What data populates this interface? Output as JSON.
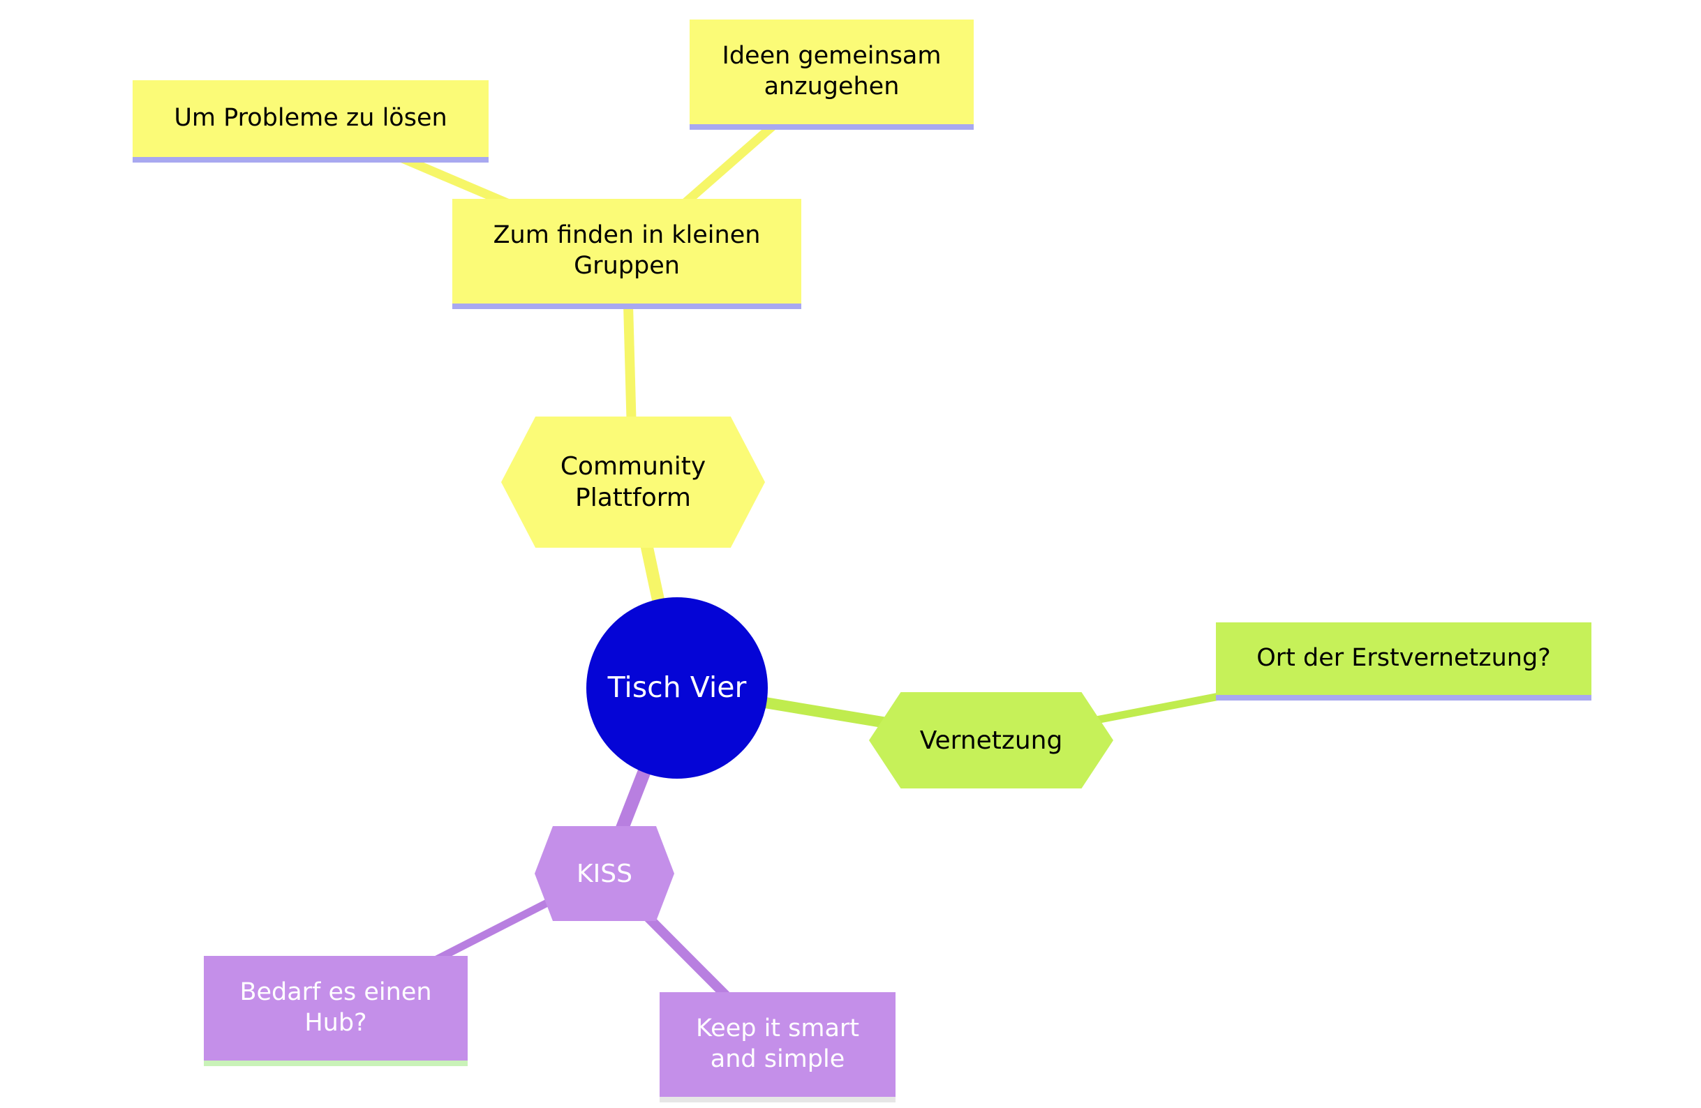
{
  "diagram": {
    "type": "mindmap",
    "colors": {
      "root_fill": "#0505d6",
      "root_text": "#ffffff",
      "yellow_branch": "#fbfb77",
      "green_branch": "#c6f159",
      "purple_branch": "#c48fe9",
      "purple_edge": "#b87fe0",
      "underline_lavender": "#a8a8f0",
      "underline_green": "#c9f2b8",
      "underline_light": "#e6e6e6"
    },
    "nodes": {
      "root": {
        "label": "Tisch Vier",
        "shape": "circle"
      },
      "community": {
        "label": "Community\nPlattform",
        "shape": "hexagon"
      },
      "zum_finden": {
        "label": "Zum finden in kleinen\nGruppen",
        "shape": "rect"
      },
      "um_probleme": {
        "label": "Um Probleme zu lösen",
        "shape": "rect"
      },
      "ideen": {
        "label": "Ideen gemeinsam\nanzugehen",
        "shape": "rect"
      },
      "vernetzung": {
        "label": "Vernetzung",
        "shape": "hexagon"
      },
      "ort": {
        "label": "Ort der Erstvernetzung?",
        "shape": "rect"
      },
      "kiss": {
        "label": "KISS",
        "shape": "hexagon"
      },
      "bedarf": {
        "label": "Bedarf es einen\nHub?",
        "shape": "rect"
      },
      "keep": {
        "label": "Keep it smart\nand simple",
        "shape": "rect"
      }
    },
    "edges": [
      {
        "from": "root",
        "to": "community"
      },
      {
        "from": "community",
        "to": "zum_finden"
      },
      {
        "from": "zum_finden",
        "to": "um_probleme"
      },
      {
        "from": "zum_finden",
        "to": "ideen"
      },
      {
        "from": "root",
        "to": "vernetzung"
      },
      {
        "from": "vernetzung",
        "to": "ort"
      },
      {
        "from": "root",
        "to": "kiss"
      },
      {
        "from": "kiss",
        "to": "bedarf"
      },
      {
        "from": "kiss",
        "to": "keep"
      }
    ]
  }
}
